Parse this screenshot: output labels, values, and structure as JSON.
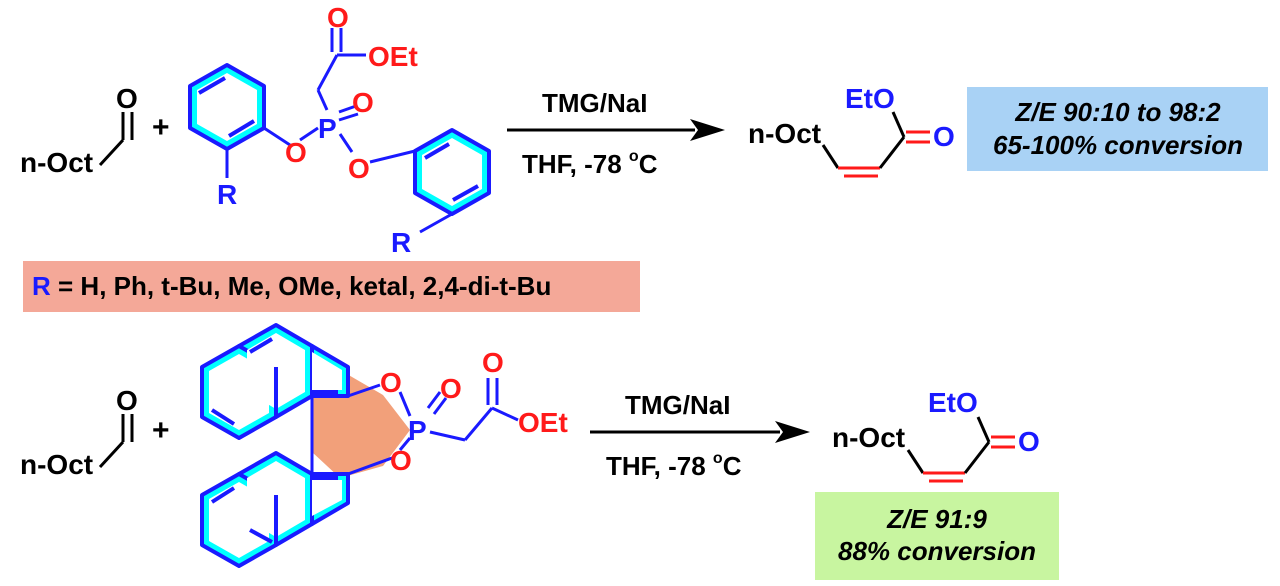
{
  "colors": {
    "bond": "#1a1aff",
    "atom_blue": "#1a1aff",
    "atom_red": "#ff1a1a",
    "black": "#000000",
    "aromatic_fill": "#00ffff",
    "binol_ring_fill": "#f2a07a",
    "box_blue": "#a9d2f5",
    "box_salmon": "#f4a898",
    "box_green": "#c8f5a0"
  },
  "reaction1": {
    "aldehyde_o": "O",
    "aldehyde_r": "n-Oct",
    "plus": "+",
    "ester_o": "O",
    "ester_oet": "OEt",
    "p_atom": "P",
    "p_o": "O",
    "aryl_o1": "O",
    "aryl_o2": "O",
    "r1": "R",
    "r2": "R",
    "reagent": "TMG/NaI",
    "conditions_solvent": "THF, -78 ",
    "conditions_deg": "o",
    "conditions_unit": "C",
    "product_r": "n-Oct",
    "product_eto": "EtO",
    "product_o": "O",
    "result_line1": "Z/E 90:10 to 98:2",
    "result_line2": "65-100% conversion",
    "substituent_r": "R",
    "substituent_list": " = H, Ph, t-Bu, Me, OMe, ketal, 2,4-di-t-Bu"
  },
  "reaction2": {
    "aldehyde_o": "O",
    "aldehyde_r": "n-Oct",
    "plus": "+",
    "binol_o1": "O",
    "binol_o2": "O",
    "p_atom": "P",
    "p_o": "O",
    "ester_o": "O",
    "ester_oet": "OEt",
    "reagent": "TMG/NaI",
    "conditions_solvent": "THF, -78 ",
    "conditions_deg": "o",
    "conditions_unit": "C",
    "product_r": "n-Oct",
    "product_eto": "EtO",
    "product_o": "O",
    "result_line1": "Z/E 91:9",
    "result_line2": "88% conversion"
  }
}
